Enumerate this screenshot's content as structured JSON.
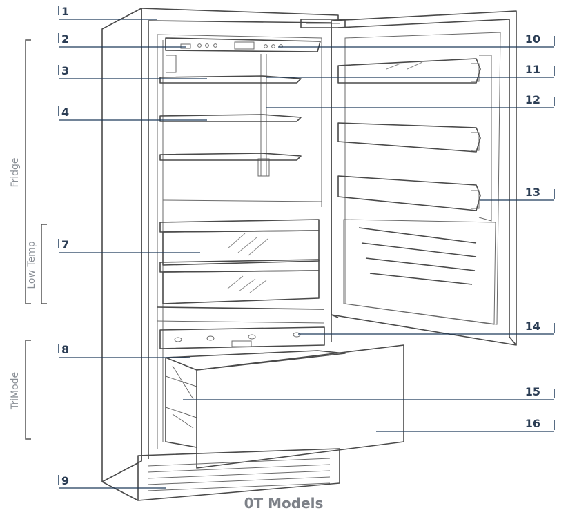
{
  "caption": "0T Models",
  "sections": {
    "fridge": "Fridge",
    "low_temp": "Low Temp",
    "trimode": "TriMode"
  },
  "callouts": {
    "c1": "1",
    "c2": "2",
    "c3": "3",
    "c4": "4",
    "c7": "7",
    "c8": "8",
    "c9": "9",
    "c10": "10",
    "c11": "11",
    "c12": "12",
    "c13": "13",
    "c14": "14",
    "c15": "15",
    "c16": "16"
  }
}
